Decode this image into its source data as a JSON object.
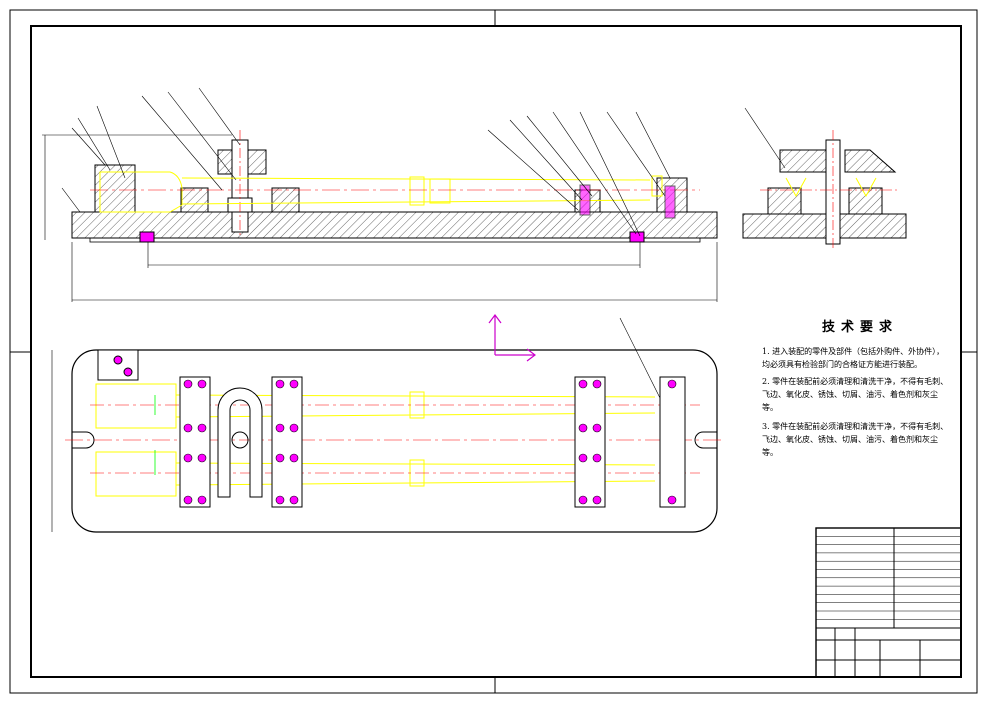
{
  "technical_requirements": {
    "title": "技术要求",
    "notes": [
      "1. 进入装配的零件及部件（包括外购件、外协件），均必须具有检验部门的合格证方能进行装配。",
      "2. 零件在装配前必须清理和清洗干净，不得有毛刺、飞边、氧化皮、锈蚀、切屑、油污、着色剂和灰尘等。",
      "3. 零件在装配前必须清理和清洗干净，不得有毛刺、飞边、氧化皮、锈蚀、切屑、油污、着色剂和灰尘等。"
    ]
  },
  "colors": {
    "outline": "#000000",
    "part_highlight": "#ffff00",
    "center_line": "#ff0000",
    "hidden_line": "#00ff00",
    "ucs_icon": "#cc00cc",
    "fastener": "#ff00ff",
    "background": "#ffffff"
  }
}
